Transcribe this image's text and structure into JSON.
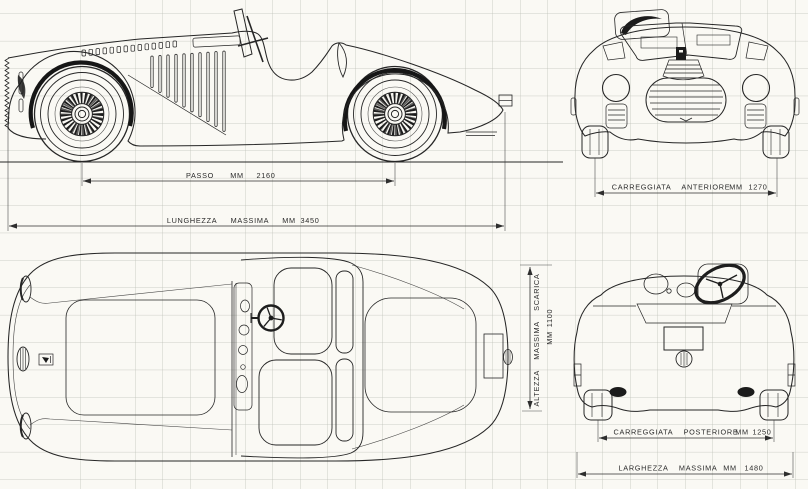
{
  "drawing": {
    "type": "technical-blueprint-4-view-car",
    "colors": {
      "paper": "#faf9f4",
      "grid": "#b7bab2",
      "ink": "#262626"
    },
    "dimensions": {
      "passo": {
        "label": "PASSO",
        "unit": "MM",
        "value": "2160"
      },
      "lunghezza": {
        "label": "LUNGHEZZA MASSIMA",
        "unit": "MM",
        "value": "3450"
      },
      "carreggiata_anteriore": {
        "label": "CARREGGIATA  ANTERIORE",
        "unit": "MM",
        "value": "1270"
      },
      "altezza": {
        "label": "ALTEZZA MASSIMA SCARICA",
        "unit": "MM",
        "value": "1100"
      },
      "carreggiata_posteriore": {
        "label": "CARREGGIATA  POSTERIORE",
        "unit": "MM",
        "value": "1250"
      },
      "larghezza": {
        "label": "LARGHEZZA  MASSIMA",
        "unit": "MM",
        "value": "1480"
      }
    }
  }
}
